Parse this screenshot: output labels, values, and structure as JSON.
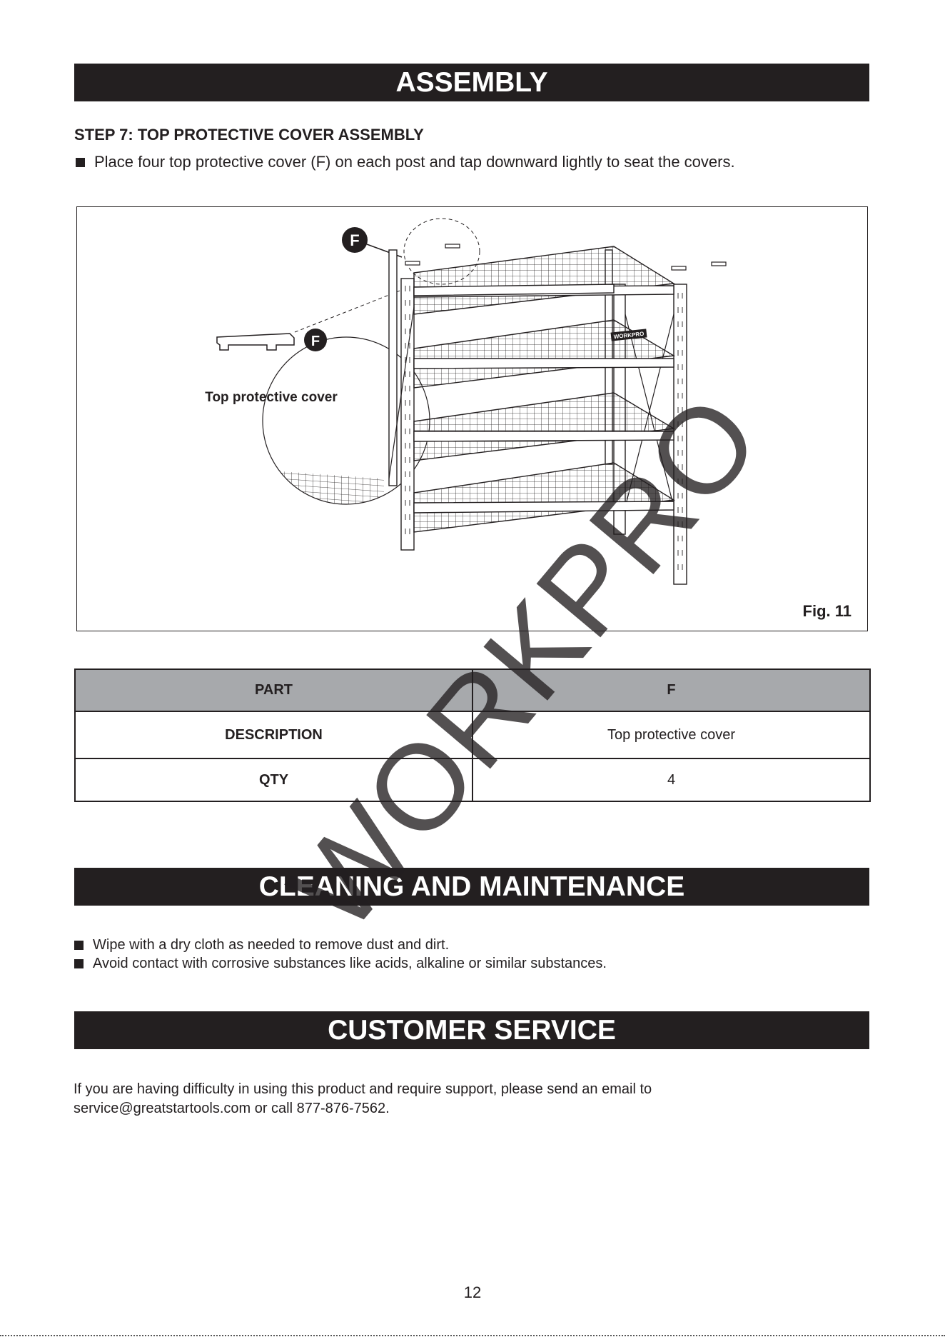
{
  "assembly": {
    "banner": "ASSEMBLY",
    "step_title": "STEP 7: TOP PROTECTIVE COVER ASSEMBLY",
    "instruction": "Place four top protective cover (F) on each post and tap downward lightly to seat the covers."
  },
  "figure": {
    "callout_letter": "F",
    "zoom_label": "Top protective cover",
    "brand_tag": "WORKPRO",
    "fig_label": "Fig. 11"
  },
  "parts_table": {
    "part_header": "PART",
    "part_value": "F",
    "description_label": "DESCRIPTION",
    "description_value": "Top protective cover",
    "qty_label": "QTY",
    "qty_value": "4"
  },
  "watermark": "WORKPRO",
  "cleaning": {
    "banner": "CLEANING AND MAINTENANCE",
    "items": [
      "Wipe with a dry cloth as needed to remove dust and dirt.",
      "Avoid contact with corrosive substances like acids, alkaline or similar substances."
    ]
  },
  "customer_service": {
    "banner": "CUSTOMER SERVICE",
    "text": "If you are having difficulty in using this product and require support, please send an email to service@greatstartools.com or call 877-876-7562."
  },
  "page_number": "12"
}
